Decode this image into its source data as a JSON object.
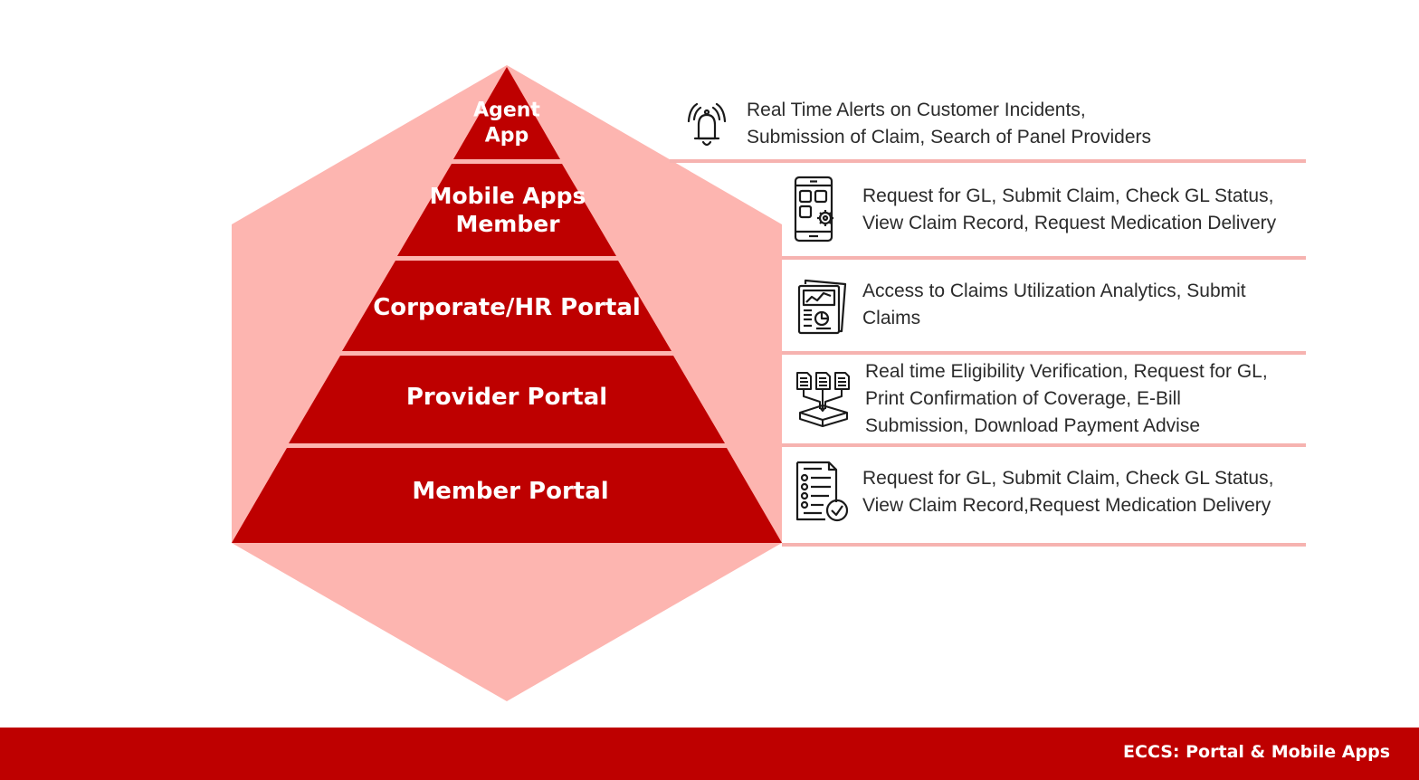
{
  "colors": {
    "hexagon": "#fdb5b0",
    "pyramid": "#be0000",
    "divider": "#f6b3b0",
    "footer": "#be0000",
    "text": "#2b2b2b"
  },
  "tiers": [
    {
      "label": "Agent\nApp",
      "icon": "alarm-bell-icon",
      "description": "Real Time Alerts on Customer Incidents,\nSubmission of Claim, Search of Panel Providers"
    },
    {
      "label": "Mobile Apps\nMember",
      "icon": "mobile-app-settings-icon",
      "description": "Request for GL, Submit Claim, Check GL Status,\nView Claim Record, Request Medication Delivery"
    },
    {
      "label": "Corporate/HR Portal",
      "icon": "analytics-report-icon",
      "description": "Access to Claims Utilization Analytics, Submit\nClaims"
    },
    {
      "label": "Provider Portal",
      "icon": "document-transfer-icon",
      "description": "Real time Eligibility Verification, Request for GL,\nPrint Confirmation of Coverage, E-Bill\nSubmission, Download Payment Advise"
    },
    {
      "label": "Member Portal",
      "icon": "checklist-document-icon",
      "description": "Request for GL, Submit Claim, Check GL Status,\nView Claim Record,Request Medication Delivery"
    }
  ],
  "footer": {
    "title": "ECCS: Portal & Mobile Apps"
  }
}
